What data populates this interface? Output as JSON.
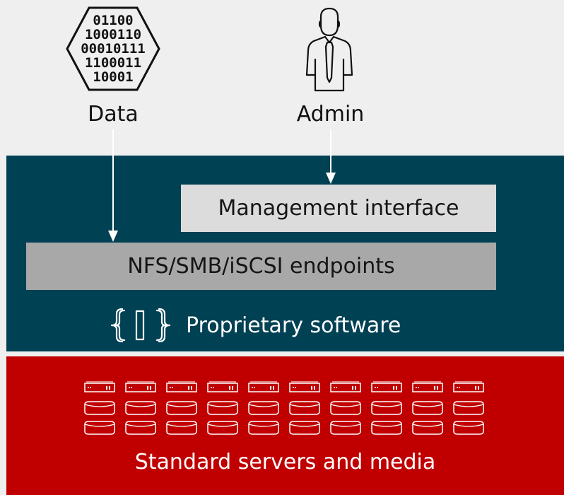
{
  "top": {
    "data_label": "Data",
    "admin_label": "Admin",
    "data_icon_rows": [
      "01100",
      "1000110",
      "00010111",
      "1100011",
      "10001"
    ]
  },
  "software": {
    "management_label": "Management interface",
    "endpoints_label": "NFS/SMB/iSCSI endpoints",
    "proprietary_label": "Proprietary software",
    "icon": "code-braces-icon"
  },
  "hardware": {
    "caption": "Standard servers and media",
    "server_count": 10,
    "disk_rows": 2
  },
  "colors": {
    "background": "#efefef",
    "software_band": "#004153",
    "hardware_band": "#c00000",
    "management_box": "#dcdcdc",
    "endpoints_box": "#a8a8a8"
  }
}
